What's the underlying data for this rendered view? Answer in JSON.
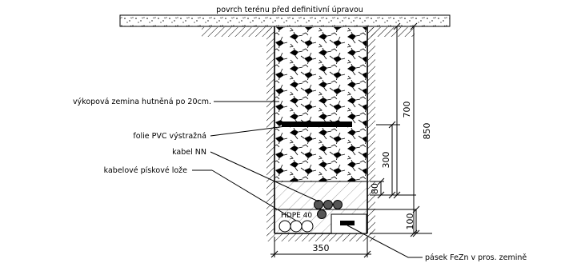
{
  "labels": {
    "surface": "povrch terénu před definitivní úpravou",
    "backfill": "výkopová zemina hutněná po 20cm.",
    "warning_foil": "folie PVC výstražná",
    "cable": "kabel NN",
    "sand_bed": "kabelové pískové lože",
    "hdpe": "HDPE 40",
    "earthing_strip": "pásek FeZn v pros. zemině"
  },
  "dimensions": {
    "width": "350",
    "depth_foil": "700",
    "depth_total": "850",
    "foil_to_cable": "300",
    "cable_cover": "80",
    "bottom_bed": "100"
  },
  "colors": {
    "line": "#000000",
    "background": "#ffffff"
  }
}
